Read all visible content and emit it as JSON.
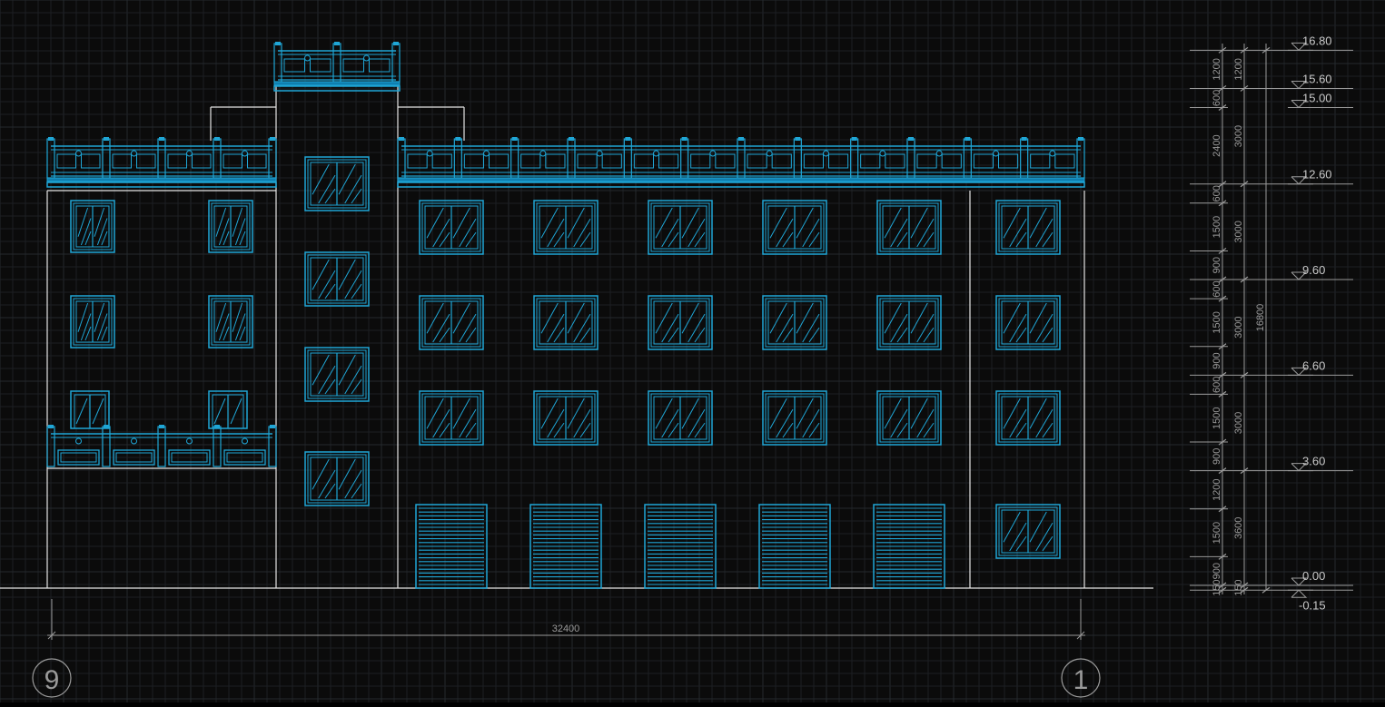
{
  "colors": {
    "background": "#0b0b0b",
    "grid": "#1c1f23",
    "grid_major": "#25292e",
    "outline": "#e6e6e6",
    "detail": "#1fa6d6",
    "detail_fill": "#0f7fb0",
    "dimension": "#9a9a9a",
    "level_text": "#c8c8c8"
  },
  "axes": {
    "left_label": "9",
    "right_label": "1",
    "overall_width": "32400"
  },
  "levels": [
    {
      "label": "16.80",
      "value": 16.8
    },
    {
      "label": "15.60",
      "value": 15.6
    },
    {
      "label": "15.00",
      "value": 15.0
    },
    {
      "label": "12.60",
      "value": 12.6
    },
    {
      "label": "9.60",
      "value": 9.6
    },
    {
      "label": "6.60",
      "value": 6.6
    },
    {
      "label": "3.60",
      "value": 3.6
    },
    {
      "label": "0.00",
      "value": 0.0
    },
    {
      "label": "-0.15",
      "value": -0.15
    }
  ],
  "dims_inner": [
    "150",
    "900",
    "1500",
    "1200",
    "900",
    "1500",
    "600",
    "900",
    "1500",
    "600",
    "900",
    "1500",
    "600",
    "2400",
    "600",
    "1200"
  ],
  "dims_inner_bounds": [
    -0.15,
    0,
    0.9,
    2.4,
    3.6,
    4.5,
    6.0,
    6.6,
    7.5,
    9.0,
    9.6,
    10.5,
    12.0,
    12.6,
    15.0,
    15.6,
    16.8
  ],
  "dims_floor": [
    "150",
    "3600",
    "3000",
    "3000",
    "3000",
    "3000",
    "1200"
  ],
  "dims_floor_bounds": [
    -0.15,
    0,
    3.6,
    6.6,
    9.6,
    12.6,
    15.6,
    16.8
  ],
  "total_height": "16800"
}
